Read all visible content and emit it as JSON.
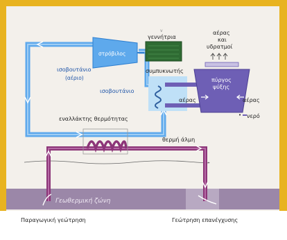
{
  "colors": {
    "frame": "#E8B320",
    "panel": "#F3F0EB",
    "isobutane": "#5EA9EC",
    "isobutane_dark": "#2E7FD0",
    "brine": "#8C3578",
    "cooling": "#6E5FB5",
    "geothermal_zone": "#9B87A8",
    "generator": "#2F6B33",
    "label": "#222222",
    "label_blue": "#1F55A8"
  },
  "labels": {
    "turbine": "στρόβιλος",
    "generator": "γεννήτρια",
    "condenser": "συμπυκνωτής",
    "isobutane_gas": "ισοβουτάνιο",
    "isobutane_gas_state": "(αέριο)",
    "isobutane": "ισοβουτάνιο",
    "cooling_tower": "πύργος",
    "cooling_tower_2": "ψύξης",
    "air_left": "αέρας",
    "air_right": "αέρας",
    "water": "νερό",
    "exhaust_air": "αέρας",
    "exhaust_and": "και",
    "exhaust_vapor": "υδρατμοί",
    "heat_exchanger": "εναλλάκτης θερμότητας",
    "hot_brine": "θερμή άλμη",
    "geothermal_zone": "Γεωθερμική ζώνη",
    "production_well": "Παραγωγική γεώτρηση",
    "reinjection_well": "Γεώτρηση επανέγχυσης"
  },
  "icons": [
    "turbine-icon",
    "generator-icon",
    "condenser-coil-icon",
    "cooling-tower-icon",
    "heat-exchanger-coil-icon",
    "flow-arrow-icon"
  ]
}
